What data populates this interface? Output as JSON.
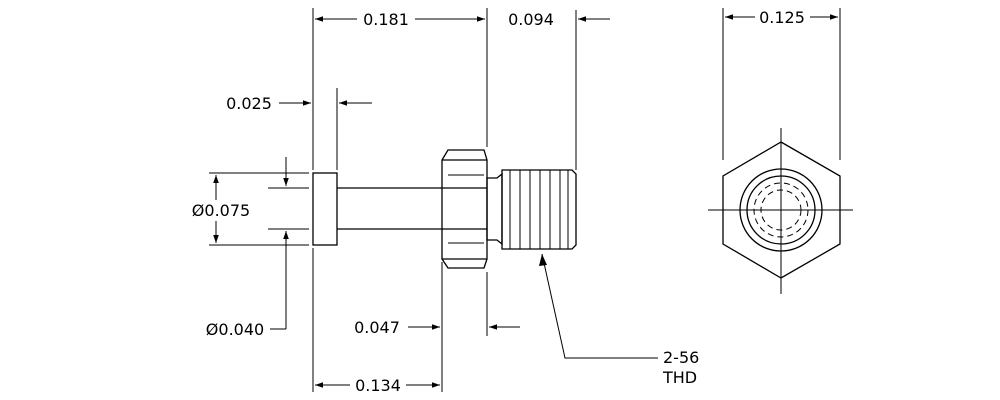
{
  "dimensions": {
    "shank_length": "0.181",
    "thread_length": "0.094",
    "hex_across_flats": "0.125",
    "head_thickness": "0.025",
    "head_diameter": "Ø0.075",
    "shank_diameter": "Ø0.040",
    "hex_thickness": "0.047",
    "overall_to_hex": "0.134"
  },
  "callout": {
    "thread_size": "2-56",
    "thread_label": "THD"
  }
}
